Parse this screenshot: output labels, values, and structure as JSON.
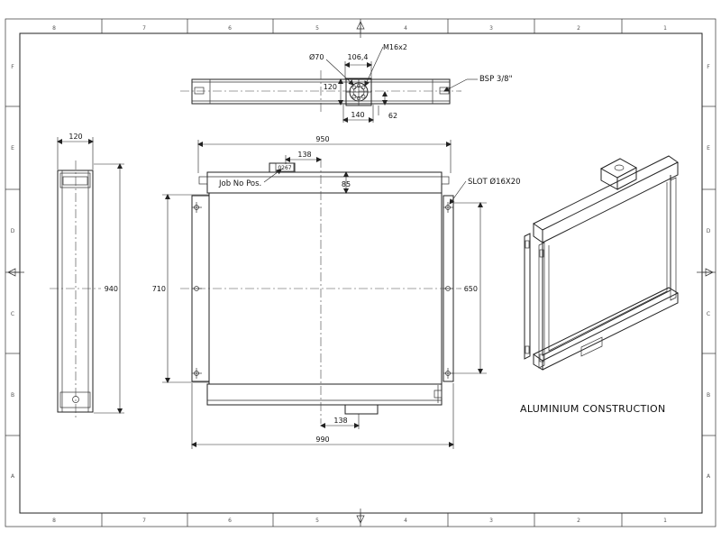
{
  "border": {
    "top_cols": [
      "8",
      "7",
      "6",
      "5",
      "4",
      "3",
      "2",
      "1"
    ],
    "bottom_cols": [
      "8",
      "7",
      "6",
      "5",
      "4",
      "3",
      "2",
      "1"
    ],
    "left_rows": [
      "F",
      "E",
      "D",
      "C",
      "B",
      "A"
    ],
    "right_rows": [
      "F",
      "E",
      "D",
      "C",
      "B",
      "A"
    ]
  },
  "top_view": {
    "dims": {
      "d70": "Ø70",
      "d106": "106,4",
      "m16": "M16x2",
      "d120": "120",
      "d140": "140",
      "d62": "62"
    },
    "bsp_label": "BSP 3/8\""
  },
  "front_view": {
    "dims": {
      "w950": "950",
      "w138_top": "138",
      "h85": "85",
      "h710": "710",
      "h650": "650",
      "w138_bottom": "138",
      "w990": "990"
    },
    "job_label": "Job No Pos.",
    "plate_text": "0267",
    "slot_label": "SLOT Ø16X20"
  },
  "side_view": {
    "dims": {
      "w120": "120",
      "h940": "940"
    }
  },
  "title": "ALUMINIUM CONSTRUCTION"
}
